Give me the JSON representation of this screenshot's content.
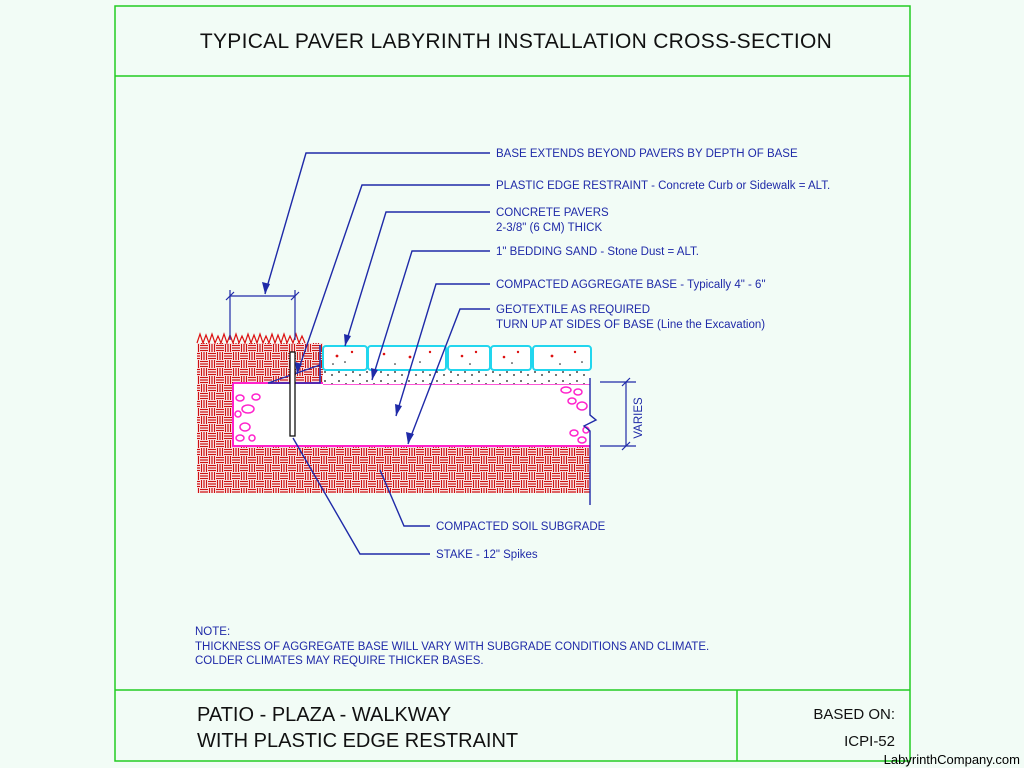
{
  "title": "TYPICAL PAVER LABYRINTH INSTALLATION CROSS-SECTION",
  "callouts": {
    "base_extends": "BASE EXTENDS BEYOND PAVERS BY DEPTH OF BASE",
    "edge_restraint": "PLASTIC EDGE RESTRAINT - Concrete Curb or Sidewalk = ALT.",
    "pavers_line1": "CONCRETE PAVERS",
    "pavers_line2": "2-3/8\" (6 CM) THICK",
    "bedding_sand": "1\" BEDDING SAND - Stone Dust = ALT.",
    "aggregate_base": "COMPACTED AGGREGATE BASE - Typically 4\" - 6\"",
    "geotextile_line1": "GEOTEXTILE AS REQUIRED",
    "geotextile_line2": "TURN UP AT SIDES OF BASE (Line the Excavation)",
    "soil_subgrade": "COMPACTED SOIL SUBGRADE",
    "stake": "STAKE - 12\" Spikes",
    "varies": "VARIES"
  },
  "note": {
    "heading": "NOTE:",
    "line1": "THICKNESS OF AGGREGATE BASE WILL VARY WITH SUBGRADE CONDITIONS AND CLIMATE.",
    "line2": "COLDER CLIMATES MAY REQUIRE THICKER BASES."
  },
  "footer": {
    "line1": "PATIO - PLAZA - WALKWAY",
    "line2": "WITH PLASTIC EDGE RESTRAINT",
    "based_on_label": "BASED ON:",
    "based_on_value": "ICPI-52"
  },
  "credit": "LabyrinthCompany.com",
  "colors": {
    "frame": "#22cc22",
    "leader": "#1f2aa8",
    "soil": "#cc1111",
    "geotextile": "#ff22cc",
    "paver": "#22d6ee",
    "grass": "#dd1111",
    "text": "#111111"
  }
}
